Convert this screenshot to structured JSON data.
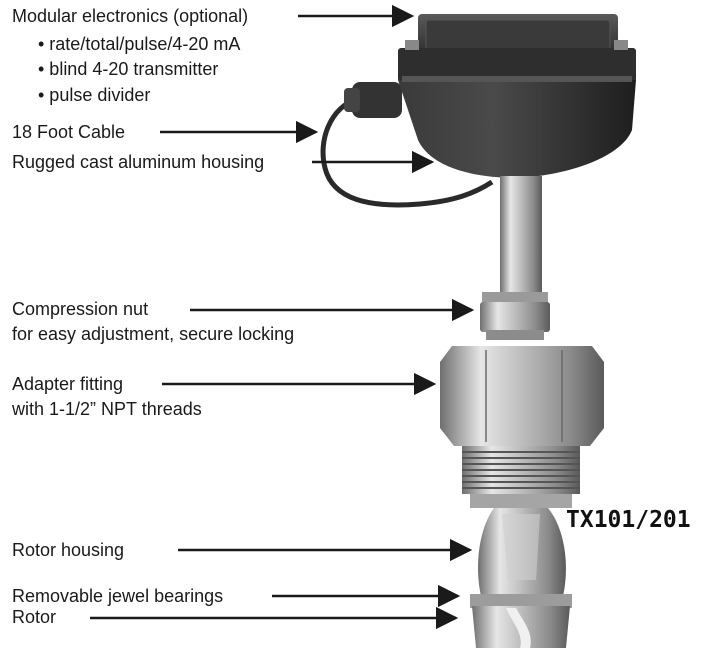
{
  "callouts": {
    "modular_electronics": "Modular electronics (optional)",
    "option_1": "• rate/total/pulse/4-20 mA",
    "option_2": "• blind 4-20 transmitter",
    "option_3": "• pulse divider",
    "cable": "18 Foot Cable",
    "housing": "Rugged cast aluminum housing",
    "compression_nut": "Compression nut",
    "compression_nut_desc": "for easy adjustment, secure locking",
    "adapter_fitting": "Adapter fitting",
    "adapter_fitting_desc": "with 1-1/2” NPT threads",
    "rotor_housing": "Rotor housing",
    "jewel_bearings": "Removable jewel bearings",
    "rotor": "Rotor"
  },
  "model_name": "TX101/201",
  "colors": {
    "ink": "#1a1a1a",
    "metal_light": "#d8d8d8",
    "metal_dark": "#7a7a7a",
    "housing_black": "#2b2b2b"
  }
}
